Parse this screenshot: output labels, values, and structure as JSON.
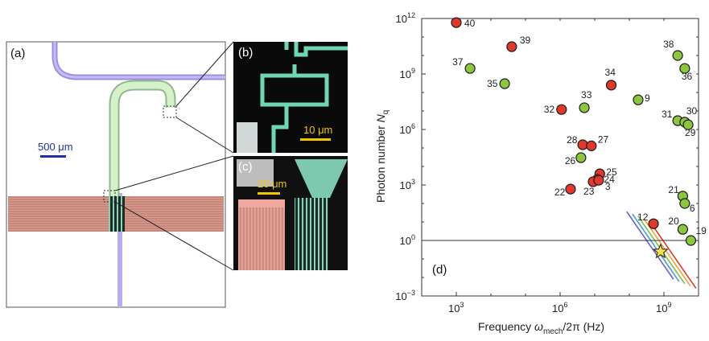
{
  "panels": {
    "a": {
      "label": "(a)",
      "scale_bar": "500 μm"
    },
    "b": {
      "label": "(b)",
      "scale_bar": "10 μm"
    },
    "c": {
      "label": "(c)",
      "scale_bar": "20 μm"
    },
    "d": {
      "label": "(d)"
    }
  },
  "colors": {
    "red": "#e0392b",
    "green": "#8cc63f",
    "star": "#f7e24b",
    "scale_yellow": "#f5c400",
    "scale_blue": "#1f2fa0"
  },
  "chart_data": {
    "type": "scatter",
    "xlabel": {
      "main": "Frequency ",
      "omega": "ω",
      "sub": "mech",
      "rest": "/2π (Hz)"
    },
    "ylabel": {
      "main": "Photon number ",
      "var": "N",
      "sub": "q"
    },
    "x_scale": "log",
    "y_scale": "log",
    "xlim": [
      100,
      10000000000
    ],
    "ylim": [
      0.001,
      1000000000000
    ],
    "x_ticks": [
      {
        "base": "10",
        "exp": "3",
        "value": 1000
      },
      {
        "base": "10",
        "exp": "6",
        "value": 1000000
      },
      {
        "base": "10",
        "exp": "9",
        "value": 1000000000
      }
    ],
    "y_ticks": [
      {
        "base": "10",
        "exp": "12",
        "value": 1000000000000
      },
      {
        "base": "10",
        "exp": "9",
        "value": 1000000000
      },
      {
        "base": "10",
        "exp": "6",
        "value": 1000000
      },
      {
        "base": "10",
        "exp": "3",
        "value": 1000
      },
      {
        "base": "10",
        "exp": "0",
        "value": 1
      },
      {
        "base": "10",
        "exp": "−3",
        "value": 0.001
      }
    ],
    "reference_line_y": 1,
    "points": [
      {
        "label": "40",
        "x": 1000,
        "y": 600000000000.0,
        "color": "red"
      },
      {
        "label": "39",
        "x": 40000,
        "y": 30000000000.0,
        "color": "red"
      },
      {
        "label": "37",
        "x": 2500,
        "y": 2000000000.0,
        "color": "green"
      },
      {
        "label": "35",
        "x": 25000,
        "y": 300000000.0,
        "color": "green"
      },
      {
        "label": "32",
        "x": 1100000,
        "y": 12000000.0,
        "color": "red"
      },
      {
        "label": "33",
        "x": 5000000,
        "y": 15000000.0,
        "color": "green"
      },
      {
        "label": "34",
        "x": 30000000,
        "y": 250000000.0,
        "color": "red"
      },
      {
        "label": "9",
        "x": 180000000,
        "y": 40000000.0,
        "color": "green"
      },
      {
        "label": "38",
        "x": 2500000000,
        "y": 10000000000.0,
        "color": "green"
      },
      {
        "label": "36",
        "x": 4000000000,
        "y": 2000000000.0,
        "color": "green"
      },
      {
        "label": "31",
        "x": 2500000000,
        "y": 3000000.0,
        "color": "green"
      },
      {
        "label": "30",
        "x": 4000000000,
        "y": 2500000.0,
        "color": "green"
      },
      {
        "label": "29",
        "x": 5000000000,
        "y": 1800000.0,
        "color": "green"
      },
      {
        "label": "28",
        "x": 4500000,
        "y": 150000.0,
        "color": "red"
      },
      {
        "label": "27",
        "x": 8000000,
        "y": 130000.0,
        "color": "red"
      },
      {
        "label": "26",
        "x": 4000000,
        "y": 30000.0,
        "color": "green"
      },
      {
        "label": "25",
        "x": 14000000,
        "y": 4000,
        "color": "red"
      },
      {
        "label": "24",
        "x": 12000000,
        "y": 2000,
        "color": "red"
      },
      {
        "label": "23",
        "x": 9000000,
        "y": 1500,
        "color": "red"
      },
      {
        "label": "3",
        "x": 13000000,
        "y": 1800,
        "color": "red"
      },
      {
        "label": "22",
        "x": 2000000,
        "y": 600,
        "color": "red"
      },
      {
        "label": "21",
        "x": 3500000000,
        "y": 250,
        "color": "green"
      },
      {
        "label": "6",
        "x": 4000000000,
        "y": 100,
        "color": "green"
      },
      {
        "label": "12",
        "x": 500000000,
        "y": 8,
        "color": "red"
      },
      {
        "label": "20",
        "x": 3500000000,
        "y": 4,
        "color": "green"
      },
      {
        "label": "19",
        "x": 6000000000,
        "y": 1,
        "color": "green"
      }
    ],
    "star": {
      "x": 800000000,
      "y": 0.25
    },
    "diagonal_lines": 5
  }
}
